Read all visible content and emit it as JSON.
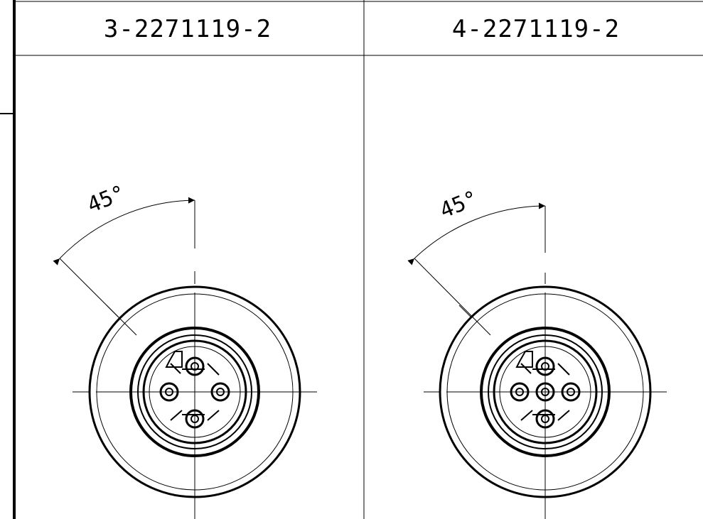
{
  "panels": [
    {
      "part_number": "3-2271119-2",
      "angle_label": "45°",
      "pin_count": 4,
      "center_pin": false
    },
    {
      "part_number": "4-2271119-2",
      "angle_label": "45°",
      "pin_count": 5,
      "center_pin": true
    }
  ],
  "colors": {
    "line": "#000000",
    "background": "#ffffff"
  }
}
